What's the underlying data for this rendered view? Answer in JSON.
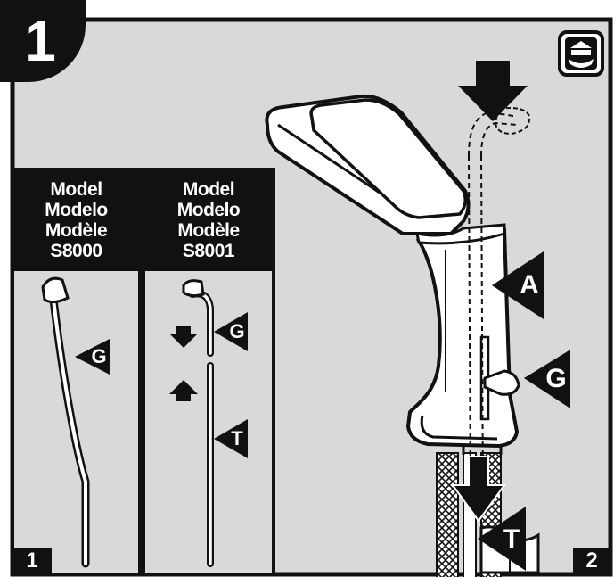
{
  "step_number": "1",
  "panel_s8000": {
    "lines": [
      "Model",
      "Modelo",
      "Modèle",
      "S8000"
    ],
    "callout": "G",
    "corner_label": "1"
  },
  "panel_s8001": {
    "lines": [
      "Model",
      "Modelo",
      "Modèle",
      "S8001"
    ],
    "callout_top": "G",
    "callout_bottom": "T"
  },
  "main": {
    "callout_a": "A",
    "callout_g": "G",
    "callout_t": "T",
    "corner_label": "2"
  },
  "icons": {
    "top_right": "faucet-drawing-icon"
  },
  "colors": {
    "background": "#d9d9d9",
    "frame": "#111111",
    "label_bg": "#111111",
    "label_text": "#ffffff"
  }
}
